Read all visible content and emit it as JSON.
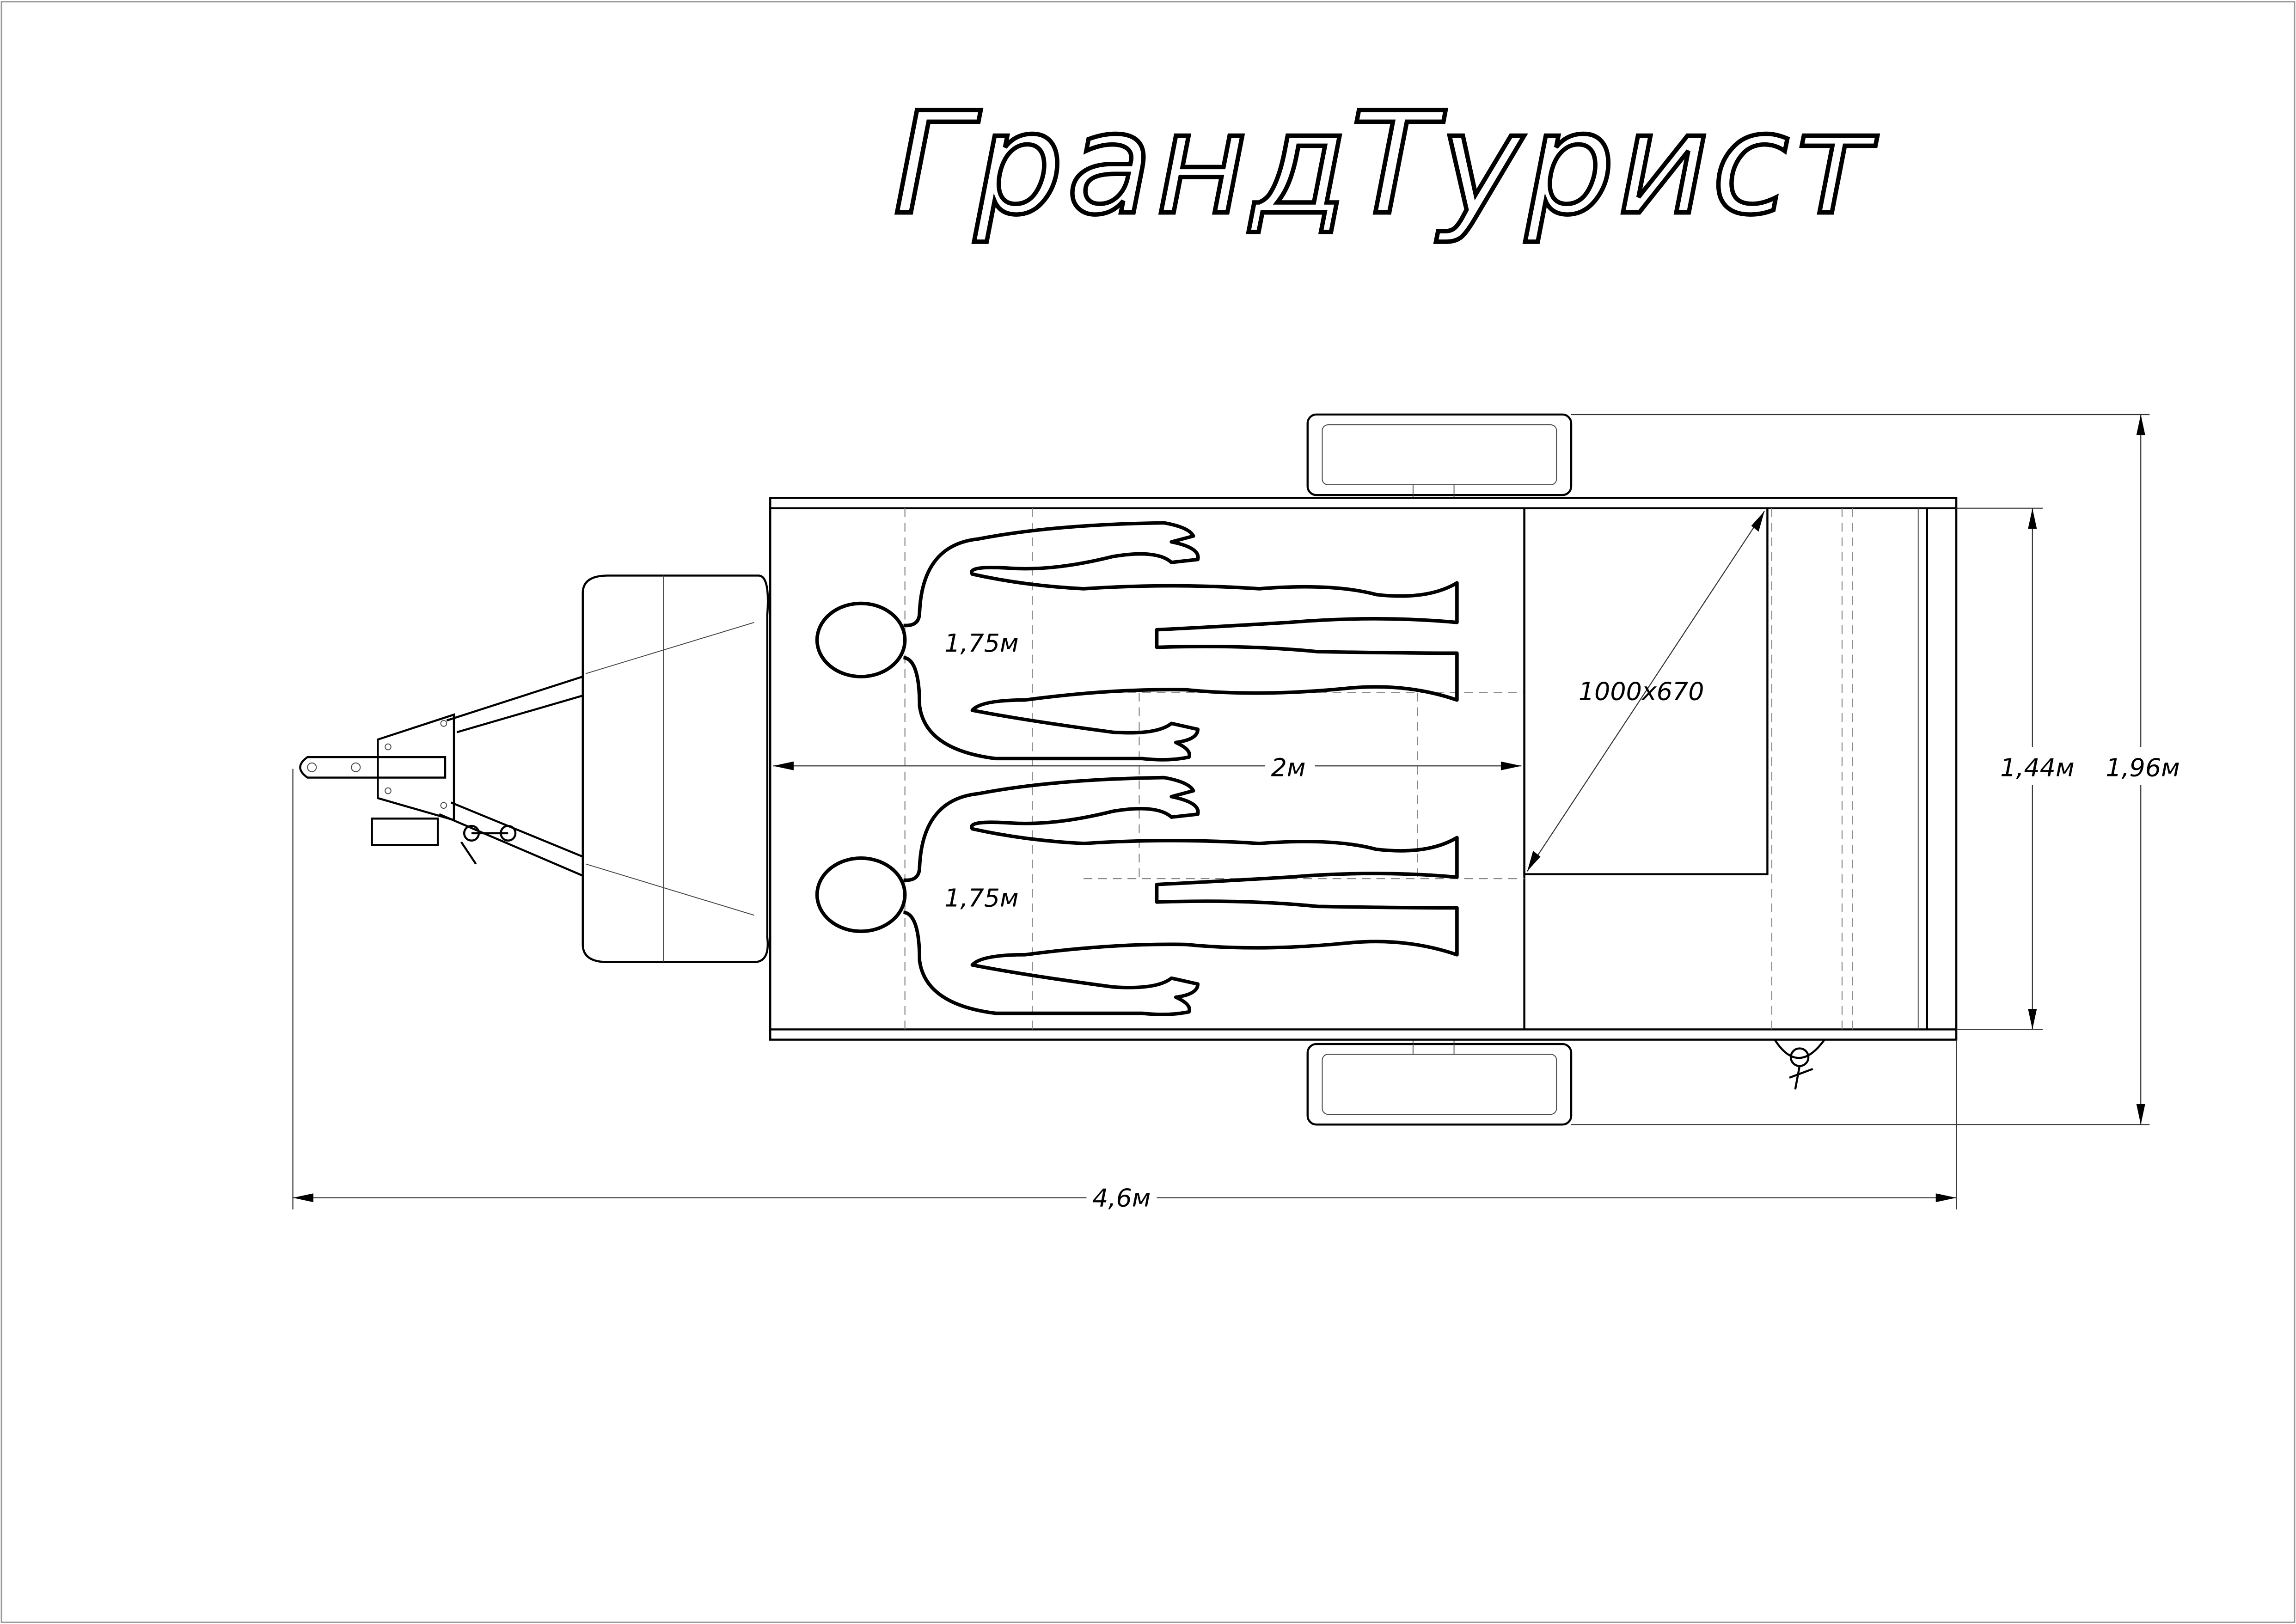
{
  "title": "ГрандТурист",
  "labels": {
    "person_height_top": "1,75м",
    "person_height_bottom": "1,75м",
    "bed_length": "2м",
    "box_size": "1000х670",
    "inner_width": "1,44м",
    "outer_width": "1,96м",
    "total_length": "4,6м"
  }
}
